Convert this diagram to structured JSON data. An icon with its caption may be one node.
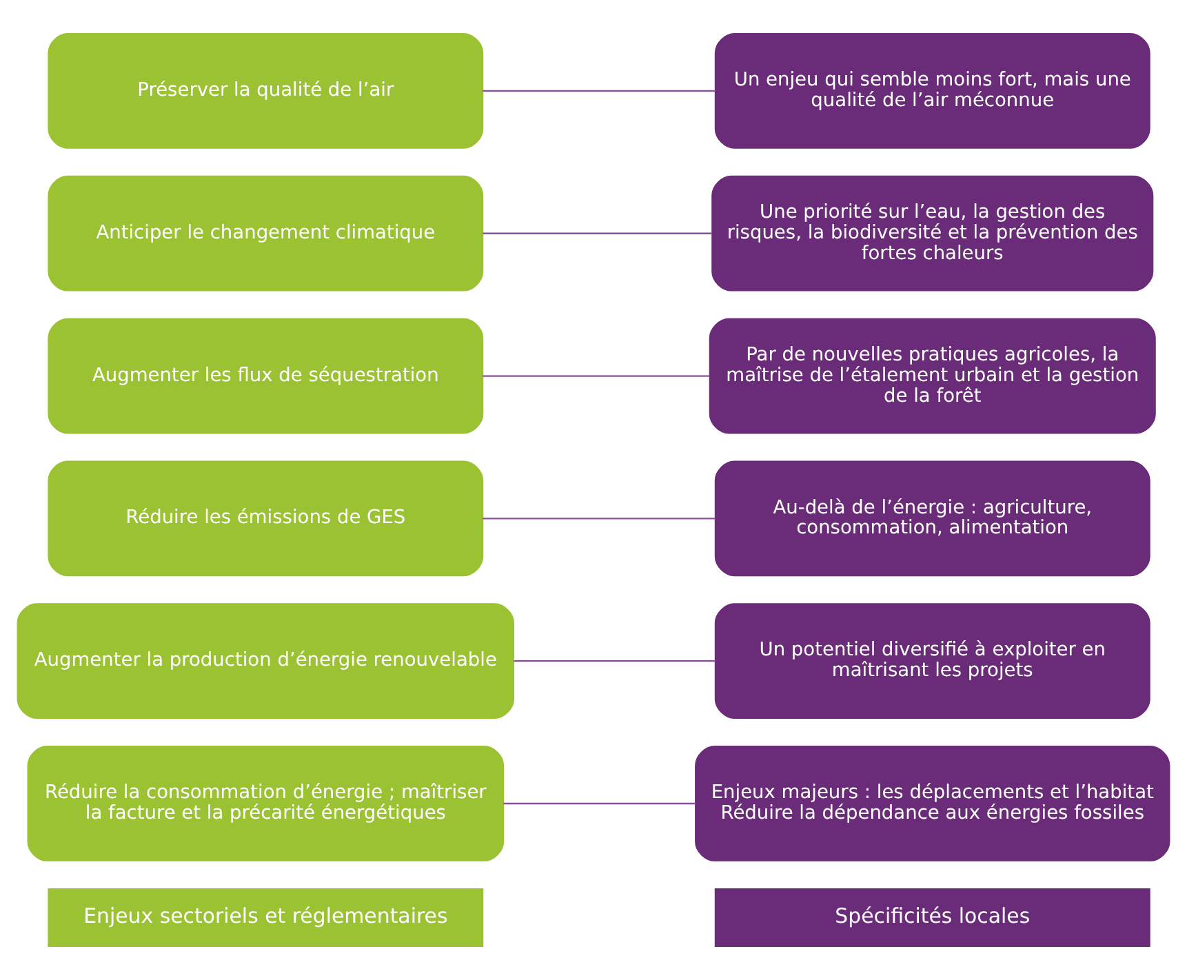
{
  "diagram": {
    "nodes": [
      {
        "text": [
          "Enjeux sectoriels et réglementaires"
        ]
      },
      {
        "text": [
          "Spécificités locales"
        ]
      },
      {
        "text": [
          "Réduire la consommation d’énergie ; maîtriser la facture et la précarité énergétiques"
        ]
      },
      {
        "text": [
          "Enjeux majeurs : les déplacements et l’habitat Réduire la dépendance aux énergies fossiles"
        ]
      },
      {
        "text": [
          "Augmenter la production d’énergie renouvelable"
        ]
      },
      {
        "text": [
          "Un potentiel diversifié à exploiter en maîtrisant les projets"
        ]
      },
      {
        "text": [
          "Réduire les émissions de GES"
        ]
      },
      {
        "text": [
          "Au-delà de l’énergie : agriculture, consommation, alimentation"
        ]
      },
      {
        "text": [
          "Augmenter les flux de séquestration"
        ]
      },
      {
        "text": [
          "Par de nouvelles pratiques agricoles, la maîtrise de l’étalement urbain et la gestion de la forêt"
        ]
      },
      {
        "text": [
          "Anticiper le changement climatique"
        ]
      },
      {
        "text": [
          "Une priorité sur l’eau, la gestion des risques, la biodiversité et la prévention des fortes chaleurs"
        ]
      },
      {
        "text": [
          "Préserver la qualité de l’air"
        ]
      },
      {
        "text": [
          "Un enjeu qui semble moins fort, mais une qualité de l’air méconnue"
        ]
      }
    ],
    "edges": [
      {
        "from": 2,
        "to": 3,
        "arrow": "none"
      },
      {
        "from": 4,
        "to": 5,
        "arrow": "none"
      },
      {
        "from": 6,
        "to": 7,
        "arrow": "none"
      },
      {
        "from": 8,
        "to": 9,
        "arrow": "none"
      },
      {
        "from": 10,
        "to": 11,
        "arrow": "none"
      },
      {
        "from": 12,
        "to": 13,
        "arrow": "none"
      }
    ]
  }
}
